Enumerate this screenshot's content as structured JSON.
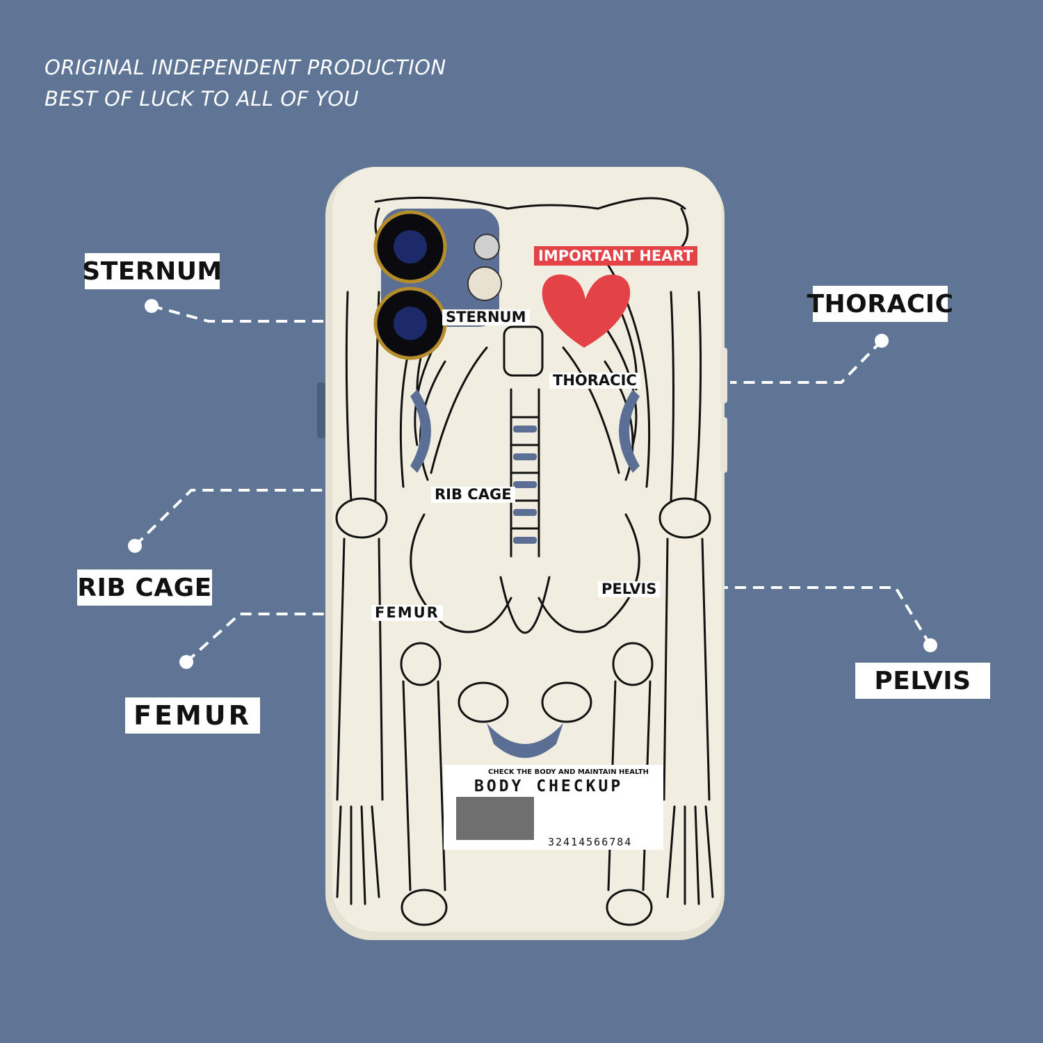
{
  "header": {
    "line1": "ORIGINAL INDEPENDENT PRODUCTION",
    "line2": "BEST OF LUCK TO ALL OF YOU"
  },
  "callouts": {
    "sternum": "STERNUM",
    "thoracic": "THORACIC",
    "rib_cage": "RIB CAGE",
    "pelvis": "PELVIS",
    "femur": "FEMUR"
  },
  "case_labels": {
    "important_heart": "IMPORTANT HEART",
    "sternum": "STERNUM",
    "thoracic": "THORACIC",
    "rib_cage": "RIB CAGE",
    "pelvis": "PELVIS",
    "femur": "FEMUR"
  },
  "ticket": {
    "subtitle": "CHECK THE BODY AND MAINTAIN HEALTH",
    "title": "BODY CHECKUP",
    "barcode_number": "32414566784"
  },
  "colors": {
    "background": "#5e7595",
    "case": "#f1ede0",
    "bone_accent": "#5b6e93",
    "heart": "#e34247"
  }
}
